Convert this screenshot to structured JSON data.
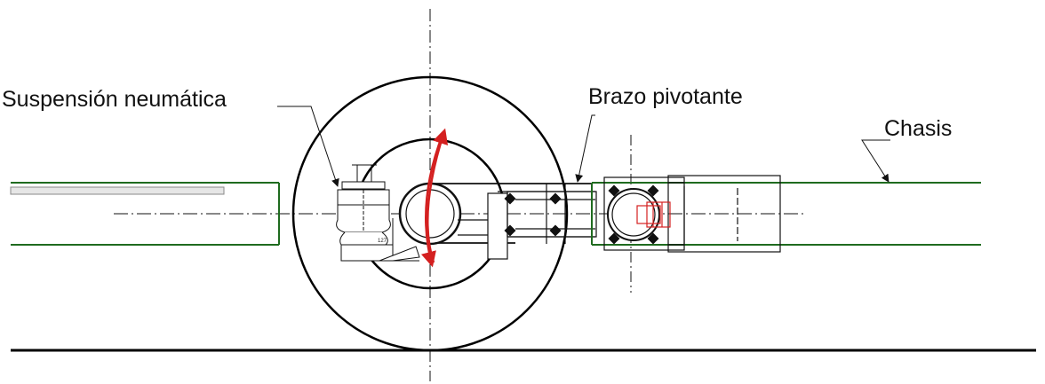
{
  "labels": {
    "air_suspension": "Suspensión neumática",
    "pivot_arm": "Brazo pivotante",
    "chassis": "Chasis",
    "dimension_value": "127"
  },
  "colors": {
    "chassis_line": "#1f6b1f",
    "rotation_arrow": "#d42020",
    "bracket_highlight": "#d42020",
    "drawing_line": "#1a1a1a"
  }
}
